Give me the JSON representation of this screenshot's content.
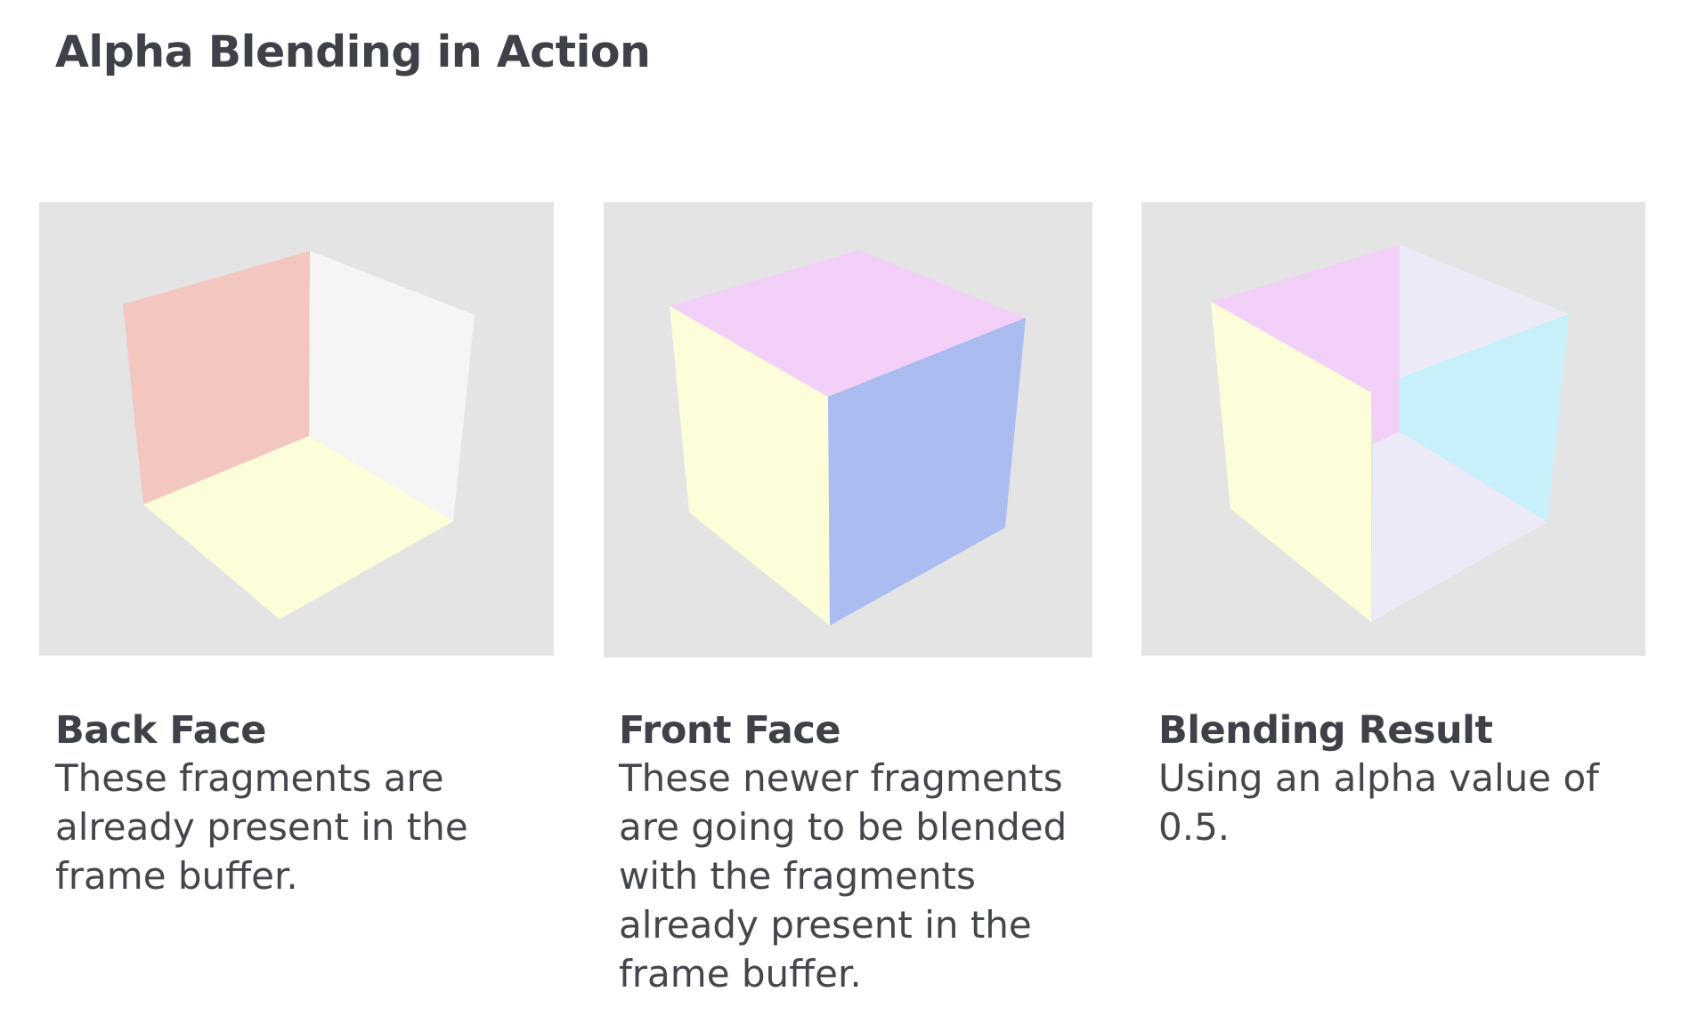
{
  "title": "Alpha Blending in Action",
  "colors": {
    "text": "#40444a",
    "panel_background": "#e4e4e4",
    "face_red": "#f3c6c0",
    "face_yellow": "#fdfdd9",
    "face_white": "#f5f5f6",
    "face_pink": "#f3d0f8",
    "face_blue": "#abbcf0",
    "face_cyan": "#c8f0fa",
    "face_lavender": "#eceaf7"
  },
  "panels": [
    {
      "heading": "Back Face",
      "description": "These fragments are\nalready present in the\nframe buffer."
    },
    {
      "heading": "Front Face",
      "description": "These newer fragments\nare going to be blended\nwith the fragments\nalready present in the\nframe buffer."
    },
    {
      "heading": "Blending Result",
      "description": "Using an alpha value of\n0.5."
    }
  ]
}
